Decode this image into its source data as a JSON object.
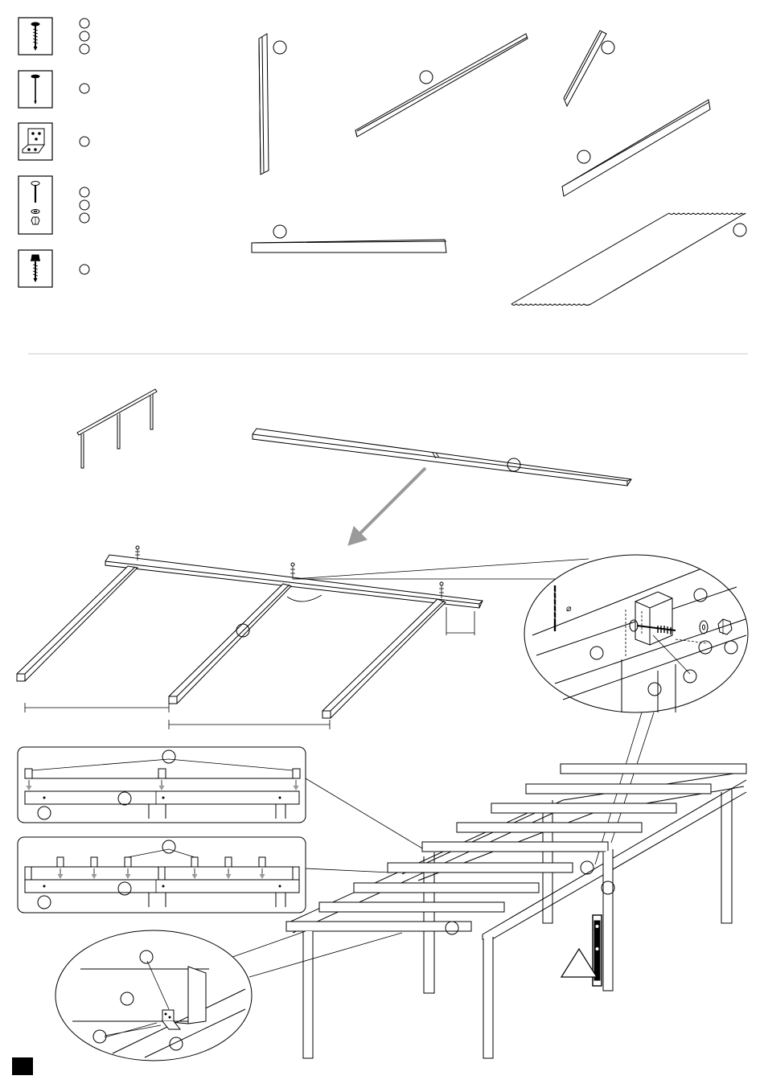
{
  "colors": {
    "line": "#000000",
    "divider": "#c8c8c8",
    "arrow": "#9a9a9a",
    "page_marker": "#000000"
  },
  "hardware": [
    {
      "icon": "wood-screw-icon",
      "markers": 3
    },
    {
      "icon": "nail-icon",
      "markers": 1
    },
    {
      "icon": "angle-bracket-icon",
      "markers": 1
    },
    {
      "icon": "carriage-bolt-washer-nut-icon",
      "markers": 3
    },
    {
      "icon": "hex-roofing-screw-icon",
      "markers": 1
    }
  ],
  "parts": [
    {
      "name": "post",
      "icon": "vertical-post-icon"
    },
    {
      "name": "long-beam",
      "icon": "long-beam-icon"
    },
    {
      "name": "short-brace",
      "icon": "short-brace-icon"
    },
    {
      "name": "rafter",
      "icon": "rafter-icon"
    },
    {
      "name": "flat-board",
      "icon": "flat-board-icon"
    },
    {
      "name": "roof-panel",
      "icon": "corrugated-roof-panel-icon"
    }
  ],
  "detail": {
    "drill_label": "⌀"
  }
}
